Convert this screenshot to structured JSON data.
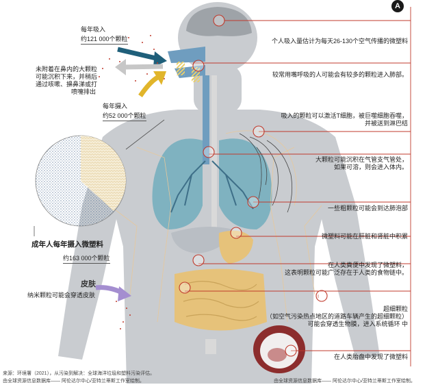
{
  "badge": "A",
  "labels": {
    "inhale_year_title": "每年吸入",
    "inhale_year_count": "约121 000个颗粒",
    "nose_trapped": [
      "未附着在鼻内的大颗粒",
      "可能沉积下来，并稍后",
      "通过咳嗽、擤鼻涕或打",
      "喷嚏排出"
    ],
    "ingest_year_title": "每年摄入",
    "ingest_year_count": "约52 000个颗粒",
    "adult_total_title": "成年人每年摄入微塑料",
    "adult_total_count": "约163 000个颗粒",
    "skin_title": "皮肤",
    "skin_desc": "纳米颗粒可能会穿透皮肤"
  },
  "annotations": [
    [
      "个人吸入量估计为每天26-130个空气传播的微塑料"
    ],
    [
      "较常用嘴呼吸的人可能会有较多的颗粒进入肺部。"
    ],
    [
      "吸入的颗粒可以激活T细胞，被巨噬细胞吞噬，",
      "并被送到淋巴结"
    ],
    [
      "大颗粒可能沉积在气管支气管处，",
      "如果可溶，则会进入体内。"
    ],
    [
      "一些粗颗粒可能会到达肺泡部"
    ],
    [
      "微塑料可能在肝脏和肾脏中积累"
    ],
    [
      "在人类粪便中发现了微塑料，",
      "这表明颗粒可能广泛存在于人类的食物链中。"
    ],
    [
      "超细颗粒",
      "（如空气污染热点地区的道路车辆产生的超细颗粒）",
      "可能会穿透生物膜，进入系统循环 中"
    ],
    [
      "在人类胎盘中发现了微塑料"
    ]
  ],
  "source": {
    "line1": "来源：环境署（2021），从污染到解决：全球海洋垃圾和塑料污染评估。",
    "line2": "由全球资源信息数据库—— 阿伦达尔中心/亚特兰蒂斯工作室绘制。",
    "line3": "由全球资源信息数据库—— 阿伦达尔中心/亚特兰蒂斯工作室绘制。"
  },
  "colors": {
    "body": "#c9ccd0",
    "body_dark": "#a9adb2",
    "lung": "#7fb2c0",
    "gut": "#e6c27a",
    "accent": "#c0392b",
    "arrow_blue": "#1f5f7a",
    "arrow_yellow": "#e1b52b",
    "arrow_grey": "#c7c7c7",
    "skin_arrow": "#a48ed0"
  }
}
